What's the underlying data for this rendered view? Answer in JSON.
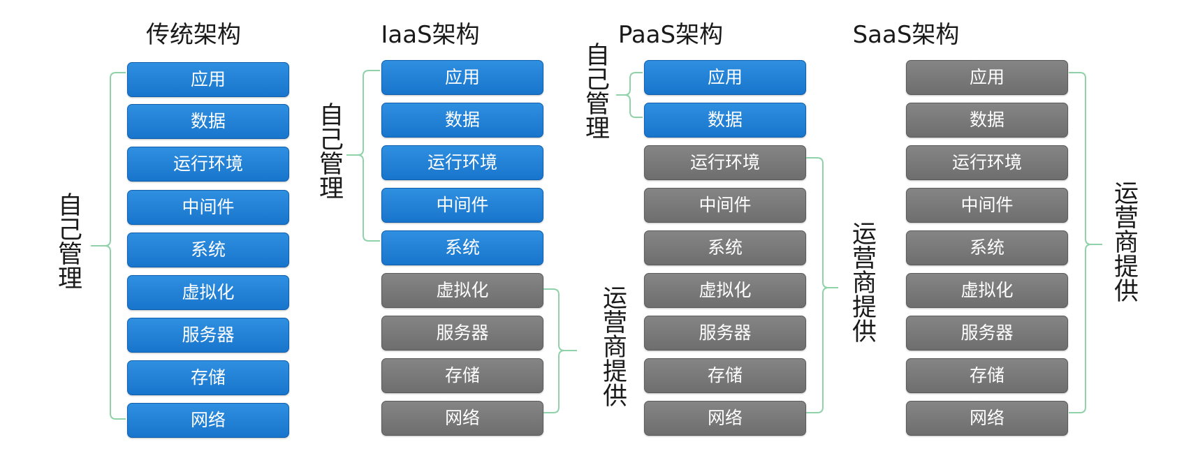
{
  "columns": [
    {
      "title": "传统架构",
      "items": [
        "应用",
        "数据",
        "运行环境",
        "中间件",
        "系统",
        "虚拟化",
        "服务器",
        "存储",
        "网络"
      ],
      "self_count": 9,
      "labels": {
        "self": "自己管理",
        "provider": ""
      }
    },
    {
      "title": "IaaS架构",
      "items": [
        "应用",
        "数据",
        "运行环境",
        "中间件",
        "系统",
        "虚拟化",
        "服务器",
        "存储",
        "网络"
      ],
      "self_count": 5,
      "labels": {
        "self": "自己管理",
        "provider": "运营商提供"
      }
    },
    {
      "title": "PaaS架构",
      "items": [
        "应用",
        "数据",
        "运行环境",
        "中间件",
        "系统",
        "虚拟化",
        "服务器",
        "存储",
        "网络"
      ],
      "self_count": 2,
      "labels": {
        "self": "自己管理",
        "provider": "运营商提供"
      }
    },
    {
      "title": "SaaS架构",
      "items": [
        "应用",
        "数据",
        "运行环境",
        "中间件",
        "系统",
        "虚拟化",
        "服务器",
        "存储",
        "网络"
      ],
      "self_count": 0,
      "labels": {
        "self": "",
        "provider": "运营商提供"
      }
    }
  ],
  "colors": {
    "self_managed": "#1875cc",
    "provider_managed": "#6e6e6e",
    "brace": "#8fd1a8"
  }
}
